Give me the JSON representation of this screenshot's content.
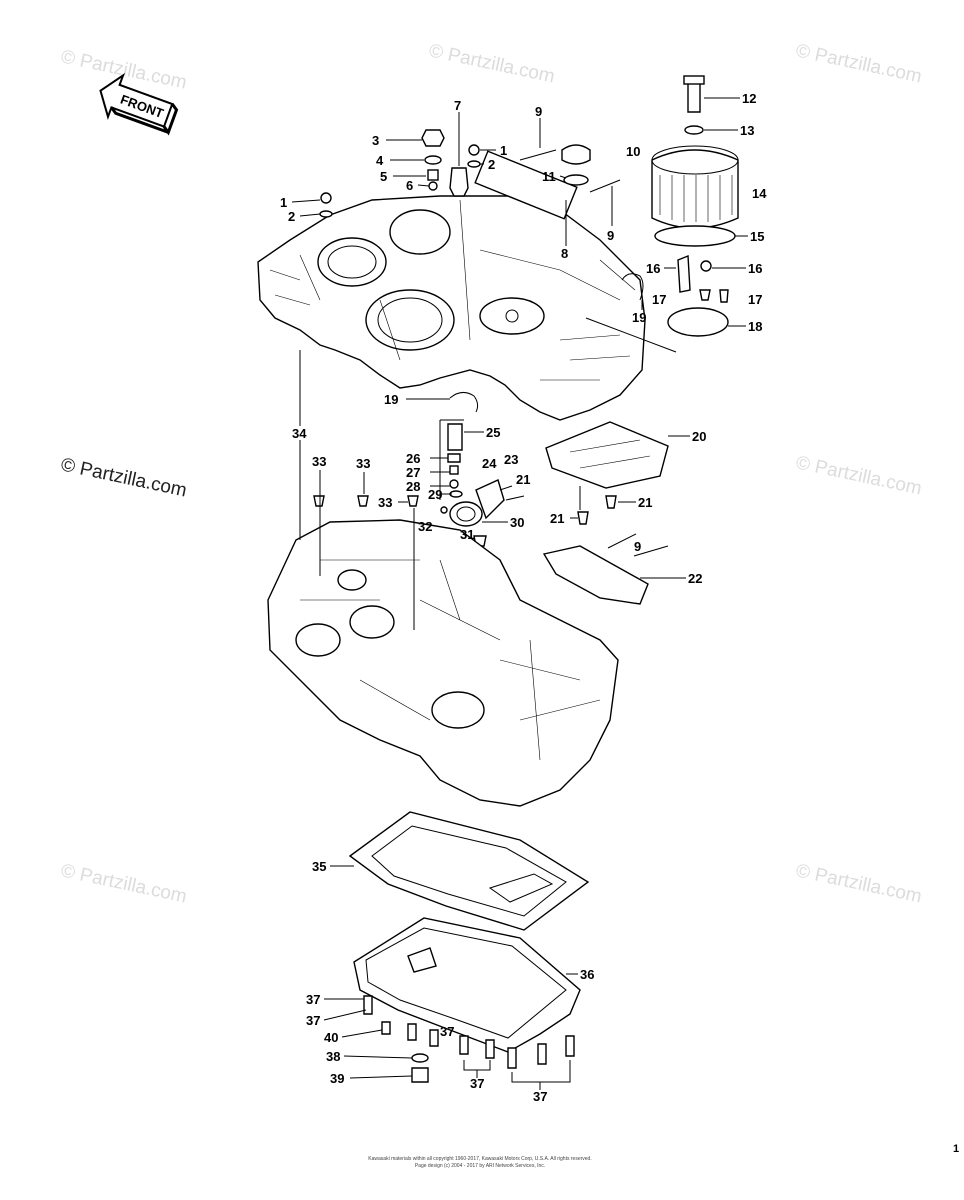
{
  "diagram": {
    "front_label": "FRONT",
    "watermark_text": "© Partzilla.com",
    "page_number": "1",
    "footer_lines": [
      "Kawasaki materials within all copyright 1960-2017, Kawasaki Motors Corp, U.S.A. All rights reserved.",
      "Page design (c) 2004 - 2017 by ARI Network Services, Inc."
    ],
    "callouts": {
      "c1a": "1",
      "c2a": "2",
      "c1b": "1",
      "c2b": "2",
      "c3": "3",
      "c4": "4",
      "c5": "5",
      "c6": "6",
      "c7": "7",
      "c8": "8",
      "c9a": "9",
      "c9b": "9",
      "c9c": "9",
      "c10": "10",
      "c11": "11",
      "c12": "12",
      "c13": "13",
      "c14": "14",
      "c15": "15",
      "c16a": "16",
      "c16b": "16",
      "c17a": "17",
      "c17b": "17",
      "c18": "18",
      "c19a": "19",
      "c19b": "19",
      "c20": "20",
      "c21a": "21",
      "c21b": "21",
      "c21c": "21",
      "c22": "22",
      "c23": "23",
      "c24": "24",
      "c25": "25",
      "c26": "26",
      "c27": "27",
      "c28": "28",
      "c29": "29",
      "c30": "30",
      "c31": "31",
      "c32": "32",
      "c33a": "33",
      "c33b": "33",
      "c33c": "33",
      "c34": "34",
      "c35": "35",
      "c36": "36",
      "c37a": "37",
      "c37b": "37",
      "c37c": "37",
      "c37d": "37",
      "c37e": "37",
      "c38": "38",
      "c39": "39",
      "c40": "40"
    }
  }
}
